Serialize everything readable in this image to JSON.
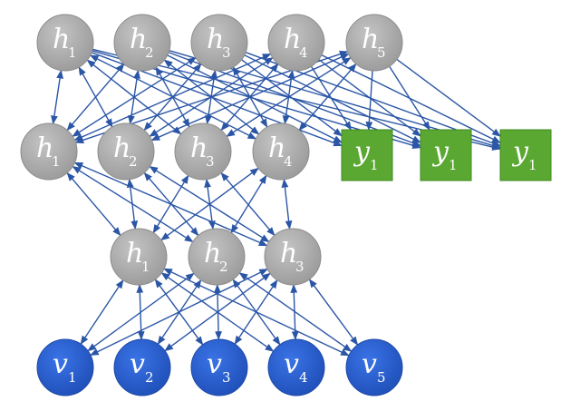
{
  "colors": {
    "hidden_node": "#a8a8a8",
    "hidden_node_edge": "#8c8c8c",
    "visible_node": "#2a5fd0",
    "visible_node_edge": "#1f4aa8",
    "output_node": "#5aa832",
    "output_node_edge": "#3f8a22",
    "edge": "#2b56a6"
  },
  "layers": [
    {
      "id": "top_hidden",
      "kind": "hidden",
      "nodes": [
        {
          "var": "h",
          "sub": "1"
        },
        {
          "var": "h",
          "sub": "2"
        },
        {
          "var": "h",
          "sub": "3"
        },
        {
          "var": "h",
          "sub": "4"
        },
        {
          "var": "h",
          "sub": "5"
        }
      ]
    },
    {
      "id": "hidden_2",
      "kind": "hidden",
      "nodes": [
        {
          "var": "h",
          "sub": "1"
        },
        {
          "var": "h",
          "sub": "2"
        },
        {
          "var": "h",
          "sub": "3"
        },
        {
          "var": "h",
          "sub": "4"
        }
      ]
    },
    {
      "id": "outputs",
      "kind": "output",
      "nodes": [
        {
          "var": "y",
          "sub": "1"
        },
        {
          "var": "y",
          "sub": "1"
        },
        {
          "var": "y",
          "sub": "1"
        }
      ]
    },
    {
      "id": "hidden_1",
      "kind": "hidden",
      "nodes": [
        {
          "var": "h",
          "sub": "1"
        },
        {
          "var": "h",
          "sub": "2"
        },
        {
          "var": "h",
          "sub": "3"
        }
      ]
    },
    {
      "id": "visible",
      "kind": "visible",
      "nodes": [
        {
          "var": "v",
          "sub": "1"
        },
        {
          "var": "v",
          "sub": "2"
        },
        {
          "var": "v",
          "sub": "3"
        },
        {
          "var": "v",
          "sub": "4"
        },
        {
          "var": "v",
          "sub": "5"
        }
      ]
    }
  ],
  "connections": [
    {
      "from": "top_hidden",
      "to": "hidden_2",
      "direction": "both"
    },
    {
      "from": "top_hidden",
      "to": "outputs",
      "direction": "to"
    },
    {
      "from": "hidden_2",
      "to": "hidden_1",
      "direction": "both"
    },
    {
      "from": "hidden_1",
      "to": "visible",
      "direction": "both"
    }
  ]
}
